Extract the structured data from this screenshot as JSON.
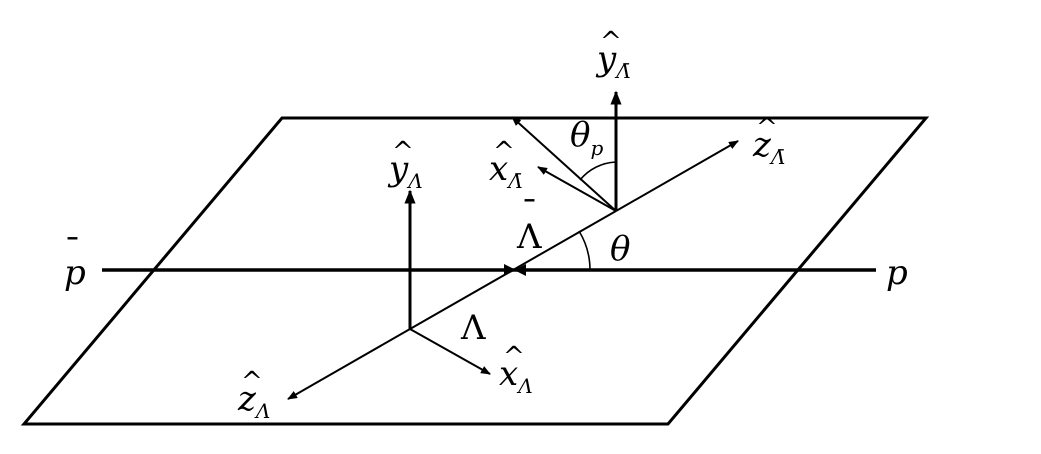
{
  "diagram": {
    "labels": {
      "pbar": {
        "base": "p",
        "bar": "¯"
      },
      "p": {
        "base": "p"
      },
      "theta": {
        "base": "θ"
      },
      "theta_p": {
        "base": "θ",
        "sub": "p"
      },
      "lambda": {
        "base": "Λ"
      },
      "lambda_bar": {
        "base": "Λ",
        "bar": "¯"
      },
      "y_lambda_bar": {
        "base": "y",
        "hat": "^",
        "sub": "Λ̄"
      },
      "x_lambda_bar": {
        "base": "x",
        "hat": "^",
        "sub": "Λ̄"
      },
      "z_lambda_bar": {
        "base": "z",
        "hat": "^",
        "sub": "Λ̄"
      },
      "y_lambda": {
        "base": "y",
        "hat": "^",
        "sub": "Λ"
      },
      "x_lambda": {
        "base": "x",
        "hat": "^",
        "sub": "Λ"
      },
      "z_lambda": {
        "base": "z",
        "hat": "^",
        "sub": "Λ"
      }
    }
  }
}
